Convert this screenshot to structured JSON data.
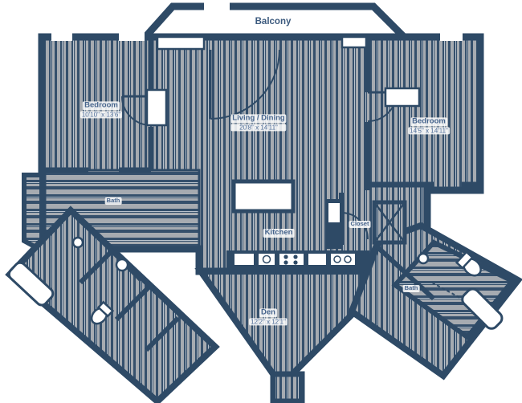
{
  "plan": {
    "type": "apartment-floor-plan",
    "colors": {
      "wall_navy": "#2e4a66",
      "floor_stripe_navy": "#35506c",
      "floor_stripe_gray": "#a6abb1",
      "label_text": "#46648c",
      "dims_text": "#54719b",
      "background": "#ffffff"
    },
    "rooms": [
      {
        "id": "balcony",
        "label": "Balcony",
        "dims": ""
      },
      {
        "id": "bedroom-left",
        "label": "Bedroom",
        "dims": "10'10\" x 13'6\""
      },
      {
        "id": "living-dining",
        "label": "Living / Dining",
        "dims": "20'8\" x 14'11\""
      },
      {
        "id": "bedroom-right",
        "label": "Bedroom",
        "dims": "14'5\" x 14'11\""
      },
      {
        "id": "kitchen",
        "label": "Kitchen",
        "dims": ""
      },
      {
        "id": "closet",
        "label": "Closet",
        "dims": ""
      },
      {
        "id": "den",
        "label": "Den",
        "dims": "12'2\" x 12'1\""
      },
      {
        "id": "bath-right",
        "label": "Bath",
        "dims": ""
      },
      {
        "id": "bath-left",
        "label": "Bath",
        "dims": ""
      }
    ]
  }
}
